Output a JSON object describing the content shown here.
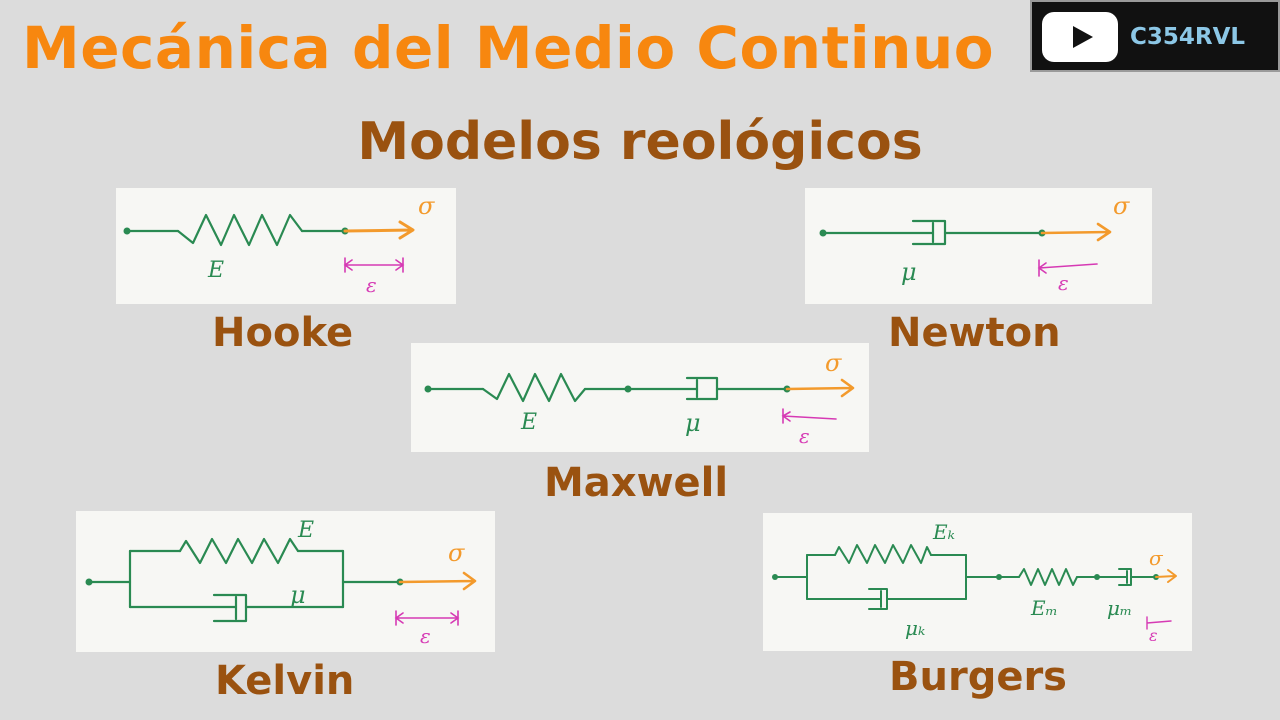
{
  "header": {
    "title": "Mecánica del Medio Continuo",
    "subtitle": "Modelos reológicos"
  },
  "channel": {
    "icon": "youtube-play-icon",
    "name": "C354RVL"
  },
  "models": [
    {
      "name": "Hooke",
      "symbols": {
        "stress": "σ",
        "strain": "ε",
        "spring": "E"
      }
    },
    {
      "name": "Newton",
      "symbols": {
        "stress": "σ",
        "strain": "ε",
        "damper": "μ"
      }
    },
    {
      "name": "Maxwell",
      "symbols": {
        "stress": "σ",
        "strain": "ε",
        "spring": "E",
        "damper": "μ"
      }
    },
    {
      "name": "Kelvin",
      "symbols": {
        "stress": "σ",
        "strain": "ε",
        "spring": "E",
        "damper": "μ"
      }
    },
    {
      "name": "Burgers",
      "symbols": {
        "stress": "σ",
        "strain": "ε",
        "spring_k": "Eₖ",
        "damper_k": "μₖ",
        "spring_m": "Eₘ",
        "damper_m": "μₘ"
      }
    }
  ],
  "colors": {
    "title": "#f7870f",
    "subtitle": "#9a5210",
    "element_line": "#2a8a52",
    "stress_arrow": "#f39a2c",
    "strain": "#d63ab4",
    "panel_bg": "#f7f7f4",
    "page_bg": "#dcdcdc"
  }
}
